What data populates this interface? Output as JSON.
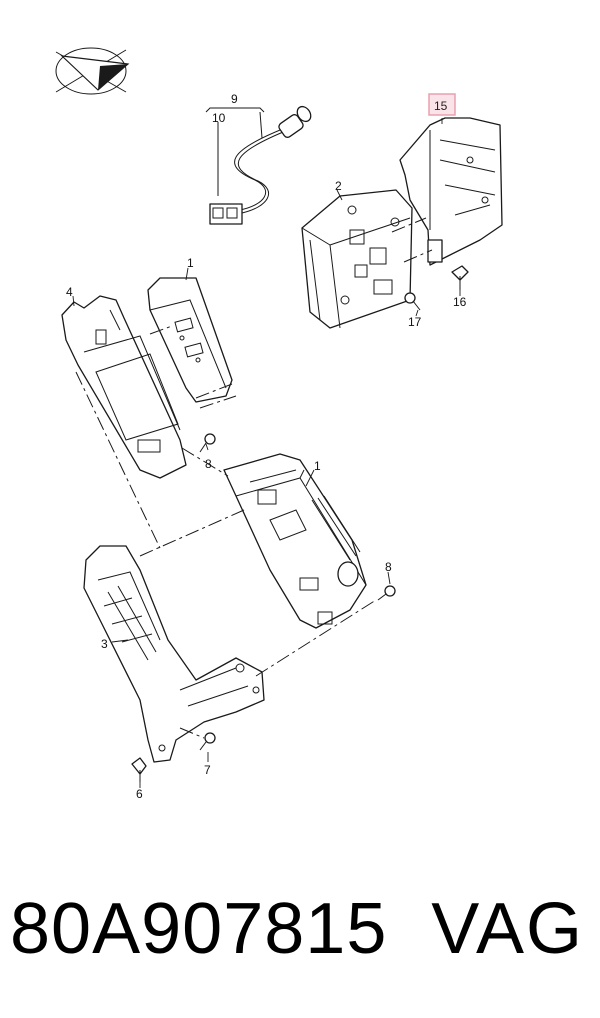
{
  "callouts": {
    "c1a": "1",
    "c1b": "1",
    "c2": "2",
    "c3": "3",
    "c4": "4",
    "c6": "6",
    "c7": "7",
    "c8a": "8",
    "c8b": "8",
    "c9": "9",
    "c10": "10",
    "c15": "15",
    "c16": "16",
    "c17": "17"
  },
  "highlight_color": "#e8a0b0",
  "footer": {
    "part_number": "80A907815",
    "brand": "VAG"
  }
}
